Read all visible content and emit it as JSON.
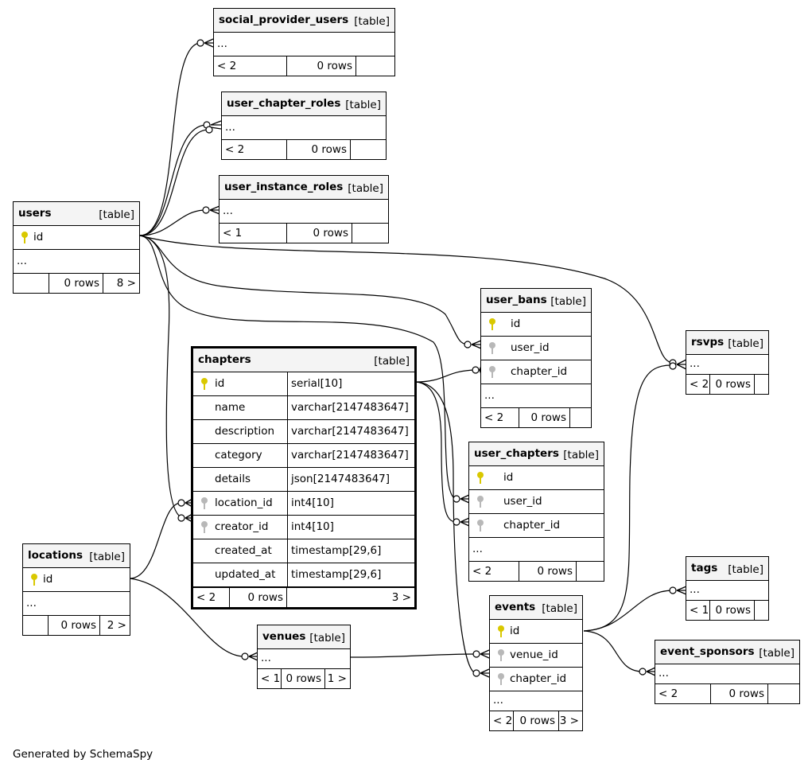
{
  "diagram": {
    "credit": "Generated by SchemaSpy",
    "tables": {
      "social_provider_users": {
        "name": "social_provider_users",
        "type": "[table]",
        "ellipsis": "...",
        "parents": "< 2",
        "rows": "0 rows",
        "children": ""
      },
      "user_chapter_roles": {
        "name": "user_chapter_roles",
        "type": "[table]",
        "ellipsis": "...",
        "parents": "< 2",
        "rows": "0 rows",
        "children": ""
      },
      "user_instance_roles": {
        "name": "user_instance_roles",
        "type": "[table]",
        "ellipsis": "...",
        "parents": "< 1",
        "rows": "0 rows",
        "children": ""
      },
      "users": {
        "name": "users",
        "type": "[table]",
        "columns": [
          {
            "name": "id",
            "key": "pk"
          }
        ],
        "ellipsis": "...",
        "parents": "",
        "rows": "0 rows",
        "children": "8 >"
      },
      "user_bans": {
        "name": "user_bans",
        "type": "[table]",
        "columns": [
          {
            "name": "id",
            "key": "pk"
          },
          {
            "name": "user_id",
            "key": "fk"
          },
          {
            "name": "chapter_id",
            "key": "fk"
          }
        ],
        "ellipsis": "...",
        "parents": "< 2",
        "rows": "0 rows",
        "children": ""
      },
      "rsvps": {
        "name": "rsvps",
        "type": "[table]",
        "ellipsis": "...",
        "parents": "< 2",
        "rows": "0 rows",
        "children": ""
      },
      "chapters": {
        "name": "chapters",
        "type": "[table]",
        "columns": [
          {
            "name": "id",
            "key": "pk",
            "type": "serial[10]"
          },
          {
            "name": "name",
            "key": "",
            "type": "varchar[2147483647]"
          },
          {
            "name": "description",
            "key": "",
            "type": "varchar[2147483647]"
          },
          {
            "name": "category",
            "key": "",
            "type": "varchar[2147483647]"
          },
          {
            "name": "details",
            "key": "",
            "type": "json[2147483647]"
          },
          {
            "name": "location_id",
            "key": "fk",
            "type": "int4[10]"
          },
          {
            "name": "creator_id",
            "key": "fk",
            "type": "int4[10]"
          },
          {
            "name": "created_at",
            "key": "",
            "type": "timestamp[29,6]"
          },
          {
            "name": "updated_at",
            "key": "",
            "type": "timestamp[29,6]"
          }
        ],
        "parents": "< 2",
        "rows": "0 rows",
        "children": "3 >"
      },
      "user_chapters": {
        "name": "user_chapters",
        "type": "[table]",
        "columns": [
          {
            "name": "id",
            "key": "pk"
          },
          {
            "name": "user_id",
            "key": "fk"
          },
          {
            "name": "chapter_id",
            "key": "fk"
          }
        ],
        "ellipsis": "...",
        "parents": "< 2",
        "rows": "0 rows",
        "children": ""
      },
      "locations": {
        "name": "locations",
        "type": "[table]",
        "columns": [
          {
            "name": "id",
            "key": "pk"
          }
        ],
        "ellipsis": "...",
        "parents": "",
        "rows": "0 rows",
        "children": "2 >"
      },
      "venues": {
        "name": "venues",
        "type": "[table]",
        "ellipsis": "...",
        "parents": "< 1",
        "rows": "0 rows",
        "children": "1 >"
      },
      "tags": {
        "name": "tags",
        "type": "[table]",
        "ellipsis": "...",
        "parents": "< 1",
        "rows": "0 rows",
        "children": ""
      },
      "events": {
        "name": "events",
        "type": "[table]",
        "columns": [
          {
            "name": "id",
            "key": "pk"
          },
          {
            "name": "venue_id",
            "key": "fk"
          },
          {
            "name": "chapter_id",
            "key": "fk"
          }
        ],
        "ellipsis": "...",
        "parents": "< 2",
        "rows": "0 rows",
        "children": "3 >"
      },
      "event_sponsors": {
        "name": "event_sponsors",
        "type": "[table]",
        "ellipsis": "...",
        "parents": "< 2",
        "rows": "0 rows",
        "children": ""
      }
    }
  }
}
